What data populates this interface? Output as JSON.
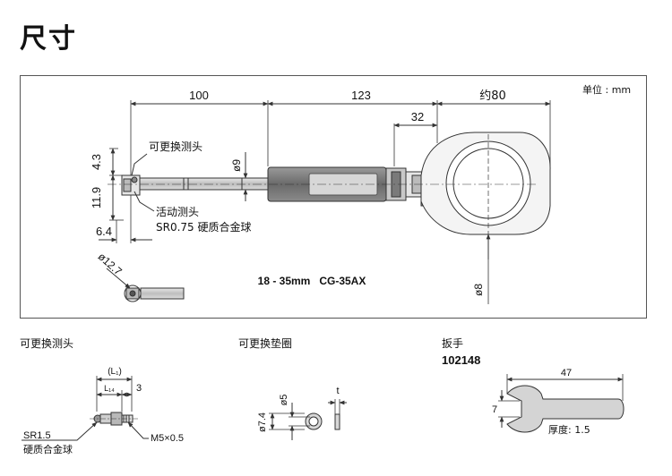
{
  "page_title": "尺寸",
  "unit_label": "单位 : mm",
  "main": {
    "dim_100": "100",
    "dim_123": "123",
    "dim_about80": "约80",
    "dim_32": "32",
    "dim_4_3": "4.3",
    "dim_11_9": "11.9",
    "dim_6_4": "6.4",
    "dim_phi9": "ø9",
    "dim_phi12_7": "ø12.7",
    "dim_phi8": "ø8",
    "label_replaceable_head": "可更换测头",
    "label_active_head": "活动测头",
    "label_sr075": "SR0.75 硬质合金球",
    "model_text": "18 - 35mm   CG-35AX"
  },
  "bottom": {
    "head": {
      "title": "可更换测头",
      "dim_l1": "(L₁)",
      "dim_l14": "L₁₄",
      "dim_3": "3",
      "sr_label": "SR1.5",
      "ball_label": "硬质合金球",
      "thread_label": "M5×0.5"
    },
    "washer": {
      "title": "可更换垫圈",
      "dim_phi7_4": "ø7.4",
      "dim_phi5": "ø5",
      "dim_t": "t"
    },
    "wrench": {
      "title": "扳手",
      "part_no": "102148",
      "dim_47": "47",
      "dim_7": "7",
      "thickness_label": "厚度: 1.5"
    }
  },
  "colors": {
    "line": "#333333",
    "gray_dark": "#6e6e6e",
    "gray_mid": "#9a9a9a",
    "gray_light": "#d6d6d6"
  }
}
